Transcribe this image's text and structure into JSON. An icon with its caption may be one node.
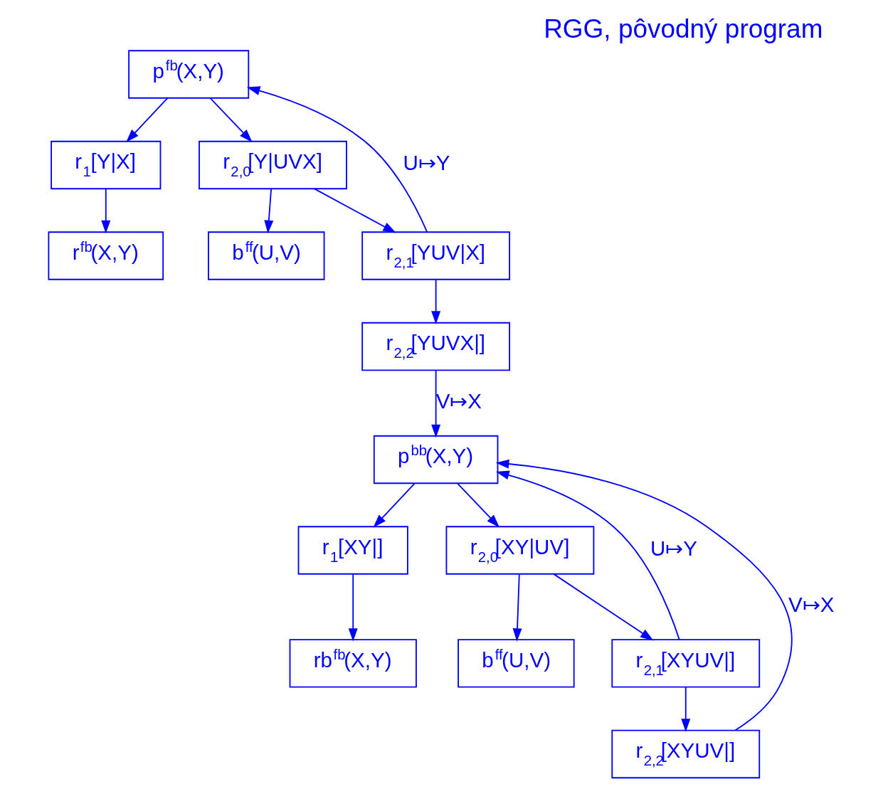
{
  "diagram": {
    "title": "RGG, pôvodný program",
    "nodes": [
      {
        "text": [
          "p$^{fb}$(X,Y)"
        ]
      },
      {
        "text": [
          "r$_{1}$[Y|X]"
        ]
      },
      {
        "text": [
          "r$_{2,0}$[Y|UVX]"
        ]
      },
      {
        "text": [
          "r$^{fb}$(X,Y)"
        ]
      },
      {
        "text": [
          "b$^{ff}$(U,V)"
        ]
      },
      {
        "text": [
          "r$_{2,1}$[YUV|X]"
        ]
      },
      {
        "text": [
          "r$_{2,2}$[YUVX|]"
        ]
      },
      {
        "text": [
          "p$^{bb}$(X,Y)"
        ]
      },
      {
        "text": [
          "r$_{1}$[XY|]"
        ]
      },
      {
        "text": [
          "r$_{2,0}$[XY|UV]"
        ]
      },
      {
        "text": [
          "rb$^{fb}$(X,Y)"
        ]
      },
      {
        "text": [
          "b$^{ff}$(U,V)"
        ]
      },
      {
        "text": [
          "r$_{2,1}$[XYUV|]"
        ]
      },
      {
        "text": [
          "r$_{2,2}$[XYUV|]"
        ]
      }
    ],
    "edges": [
      {
        "from": 0,
        "to": 1,
        "arrow": "to"
      },
      {
        "from": 0,
        "to": 2,
        "arrow": "to"
      },
      {
        "from": 1,
        "to": 3,
        "arrow": "to"
      },
      {
        "from": 2,
        "to": 4,
        "arrow": "to"
      },
      {
        "from": 2,
        "to": 5,
        "arrow": "to"
      },
      {
        "from": 5,
        "to": 0,
        "arrow": "to",
        "label": "U↦Y"
      },
      {
        "from": 5,
        "to": 6,
        "arrow": "to"
      },
      {
        "from": 6,
        "to": 7,
        "arrow": "to",
        "label": "V↦X"
      },
      {
        "from": 7,
        "to": 8,
        "arrow": "to"
      },
      {
        "from": 7,
        "to": 9,
        "arrow": "to"
      },
      {
        "from": 8,
        "to": 10,
        "arrow": "to"
      },
      {
        "from": 9,
        "to": 11,
        "arrow": "to"
      },
      {
        "from": 9,
        "to": 12,
        "arrow": "to"
      },
      {
        "from": 12,
        "to": 7,
        "arrow": "to",
        "label": "U↦Y"
      },
      {
        "from": 12,
        "to": 13,
        "arrow": "to"
      },
      {
        "from": 13,
        "to": 7,
        "arrow": "to",
        "label": "V↦X"
      }
    ]
  }
}
